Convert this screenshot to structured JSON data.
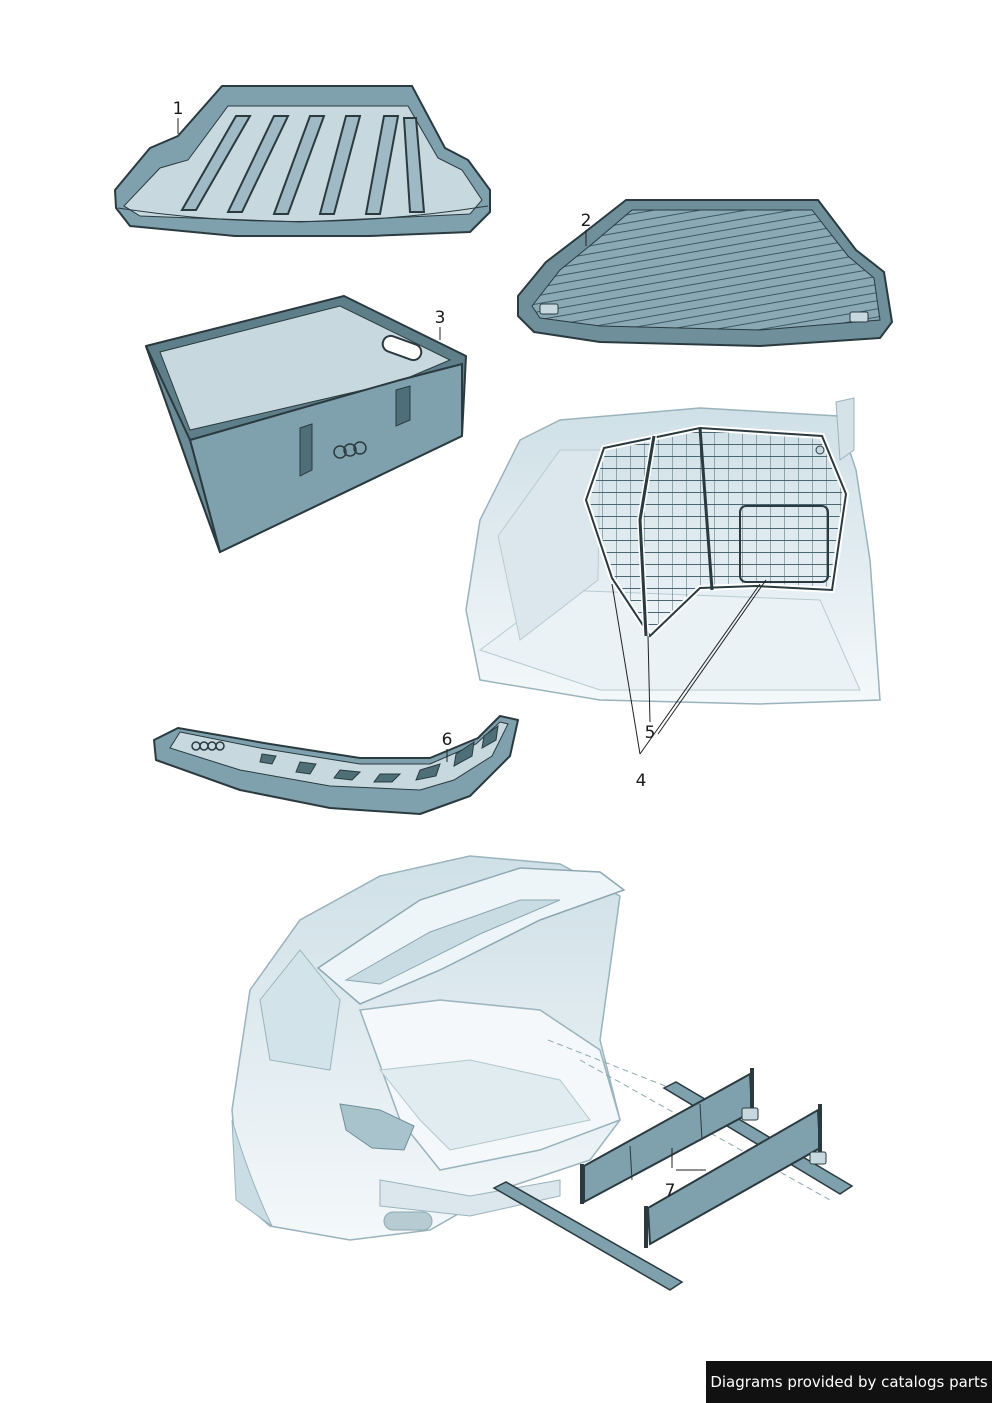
{
  "callouts": {
    "c1": "1",
    "c2": "2",
    "c3": "3",
    "c4": "4",
    "c5": "5",
    "c6": "6",
    "c7": "7"
  },
  "footer": {
    "credit": "Diagrams provided by catalogs parts"
  },
  "colors": {
    "part_fill": "#7fa0ad",
    "part_dark": "#54767f",
    "part_light": "#c7d9df",
    "car_fill": "#e6f0f4",
    "car_shade": "#c9dbe3",
    "outline": "#2a3a3f",
    "credit_bg": "#111111"
  }
}
